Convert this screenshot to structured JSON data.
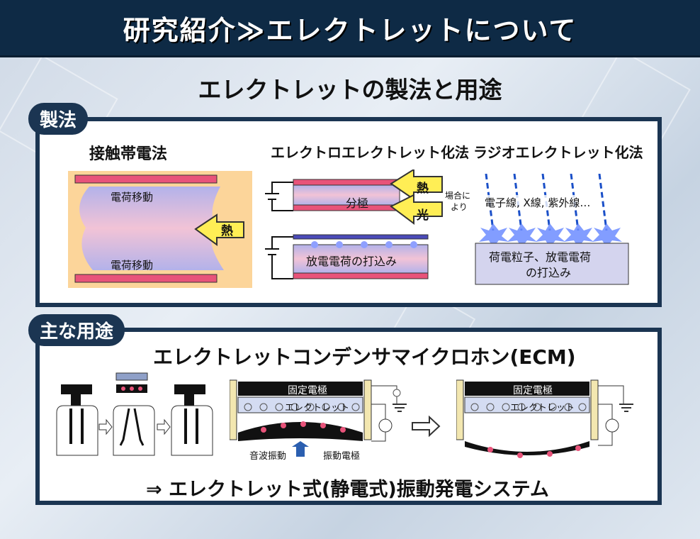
{
  "header": {
    "title": "研究紹介≫エレクトレットについて"
  },
  "subtitle": "エレクトレットの製法と用途",
  "manufacturing": {
    "tag": "製法",
    "contact": {
      "title": "接触帯電法",
      "charge_top": "電荷移動",
      "charge_bottom": "電荷移動",
      "heat": "熱"
    },
    "electro": {
      "title": "エレクトロエレクトレット化法",
      "polarization": "分極",
      "heat": "熱",
      "light": "光",
      "note_line1": "場合に",
      "note_line2": "より",
      "implant": "放電電荷の打込み"
    },
    "radio": {
      "title": "ラジオエレクトレット化法",
      "rays": "電子線, X線, 紫外線…",
      "implant_line1": "荷電粒子、放電電荷",
      "implant_line2": "の打込み"
    }
  },
  "uses": {
    "tag": "主な用途",
    "ecm_title": "エレクトレットコンデンサマイクロホン(ECM)",
    "fixed_electrode_1": "固定電極",
    "electret_1": "エレクトレット",
    "sound_vibration": "音波振動",
    "vibrating_electrode": "振動電極",
    "fixed_electrode_2": "固定電極",
    "electret_2": "エレクトレット",
    "conclusion": "⇒ エレクトレット式(静電式)振動発電システム"
  },
  "colors": {
    "navy": "#1b3552",
    "pink": "#e8537a",
    "lavender": "#b7b4ea",
    "yellow": "#ffd33d",
    "orange_bg": "#fcd59a"
  },
  "icons": [
    "heat-arrow-icon",
    "light-arrow-icon",
    "ground-icon",
    "ac-source-icon",
    "right-arrow-icon",
    "up-arrow-icon"
  ]
}
